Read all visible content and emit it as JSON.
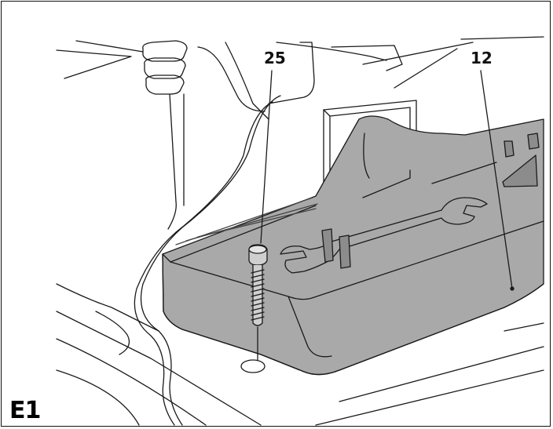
{
  "figure": {
    "label": "E1",
    "callouts": {
      "screw": "25",
      "tray": "12"
    }
  },
  "colors": {
    "tray_fill": "#a9a9a9",
    "tray_shadow": "#8c8c8c",
    "line": "#1a1a1a",
    "background": "#ffffff"
  }
}
